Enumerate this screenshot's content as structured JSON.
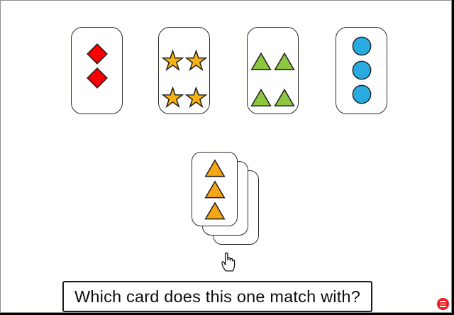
{
  "prompt": {
    "text": "Which card does this one match with?"
  },
  "cards": [
    {
      "name": "card-two-red-diamonds",
      "shape": "diamond",
      "count": 2,
      "arrangement": "column",
      "fill": "#F40000",
      "stroke": "#1e1e1e"
    },
    {
      "name": "card-four-gold-stars",
      "shape": "star",
      "count": 4,
      "arrangement": "grid",
      "fill": "#F8B313",
      "stroke": "#1e1e1e"
    },
    {
      "name": "card-four-green-triangles",
      "shape": "triangle",
      "count": 4,
      "arrangement": "grid",
      "fill": "#8DC63F",
      "stroke": "#1e1e1e"
    },
    {
      "name": "card-three-blue-circles",
      "shape": "circle",
      "count": 3,
      "arrangement": "column",
      "fill": "#29ABE2",
      "stroke": "#1e1e1e"
    }
  ],
  "deck": {
    "name": "deck-three-orange-triangles",
    "shape": "triangle",
    "count": 3,
    "arrangement": "column",
    "fill": "#F6A513",
    "stroke": "#1e1e1e",
    "stack_size": 3
  },
  "cursor": {
    "icon": "hand-pointer"
  },
  "menu_button": {
    "color": "#ED1C24",
    "icon": "hamburger-menu"
  },
  "frame": {
    "background": "#ffffff",
    "border_color": "#8f8f8f",
    "edge_bar_color": "#000000"
  }
}
